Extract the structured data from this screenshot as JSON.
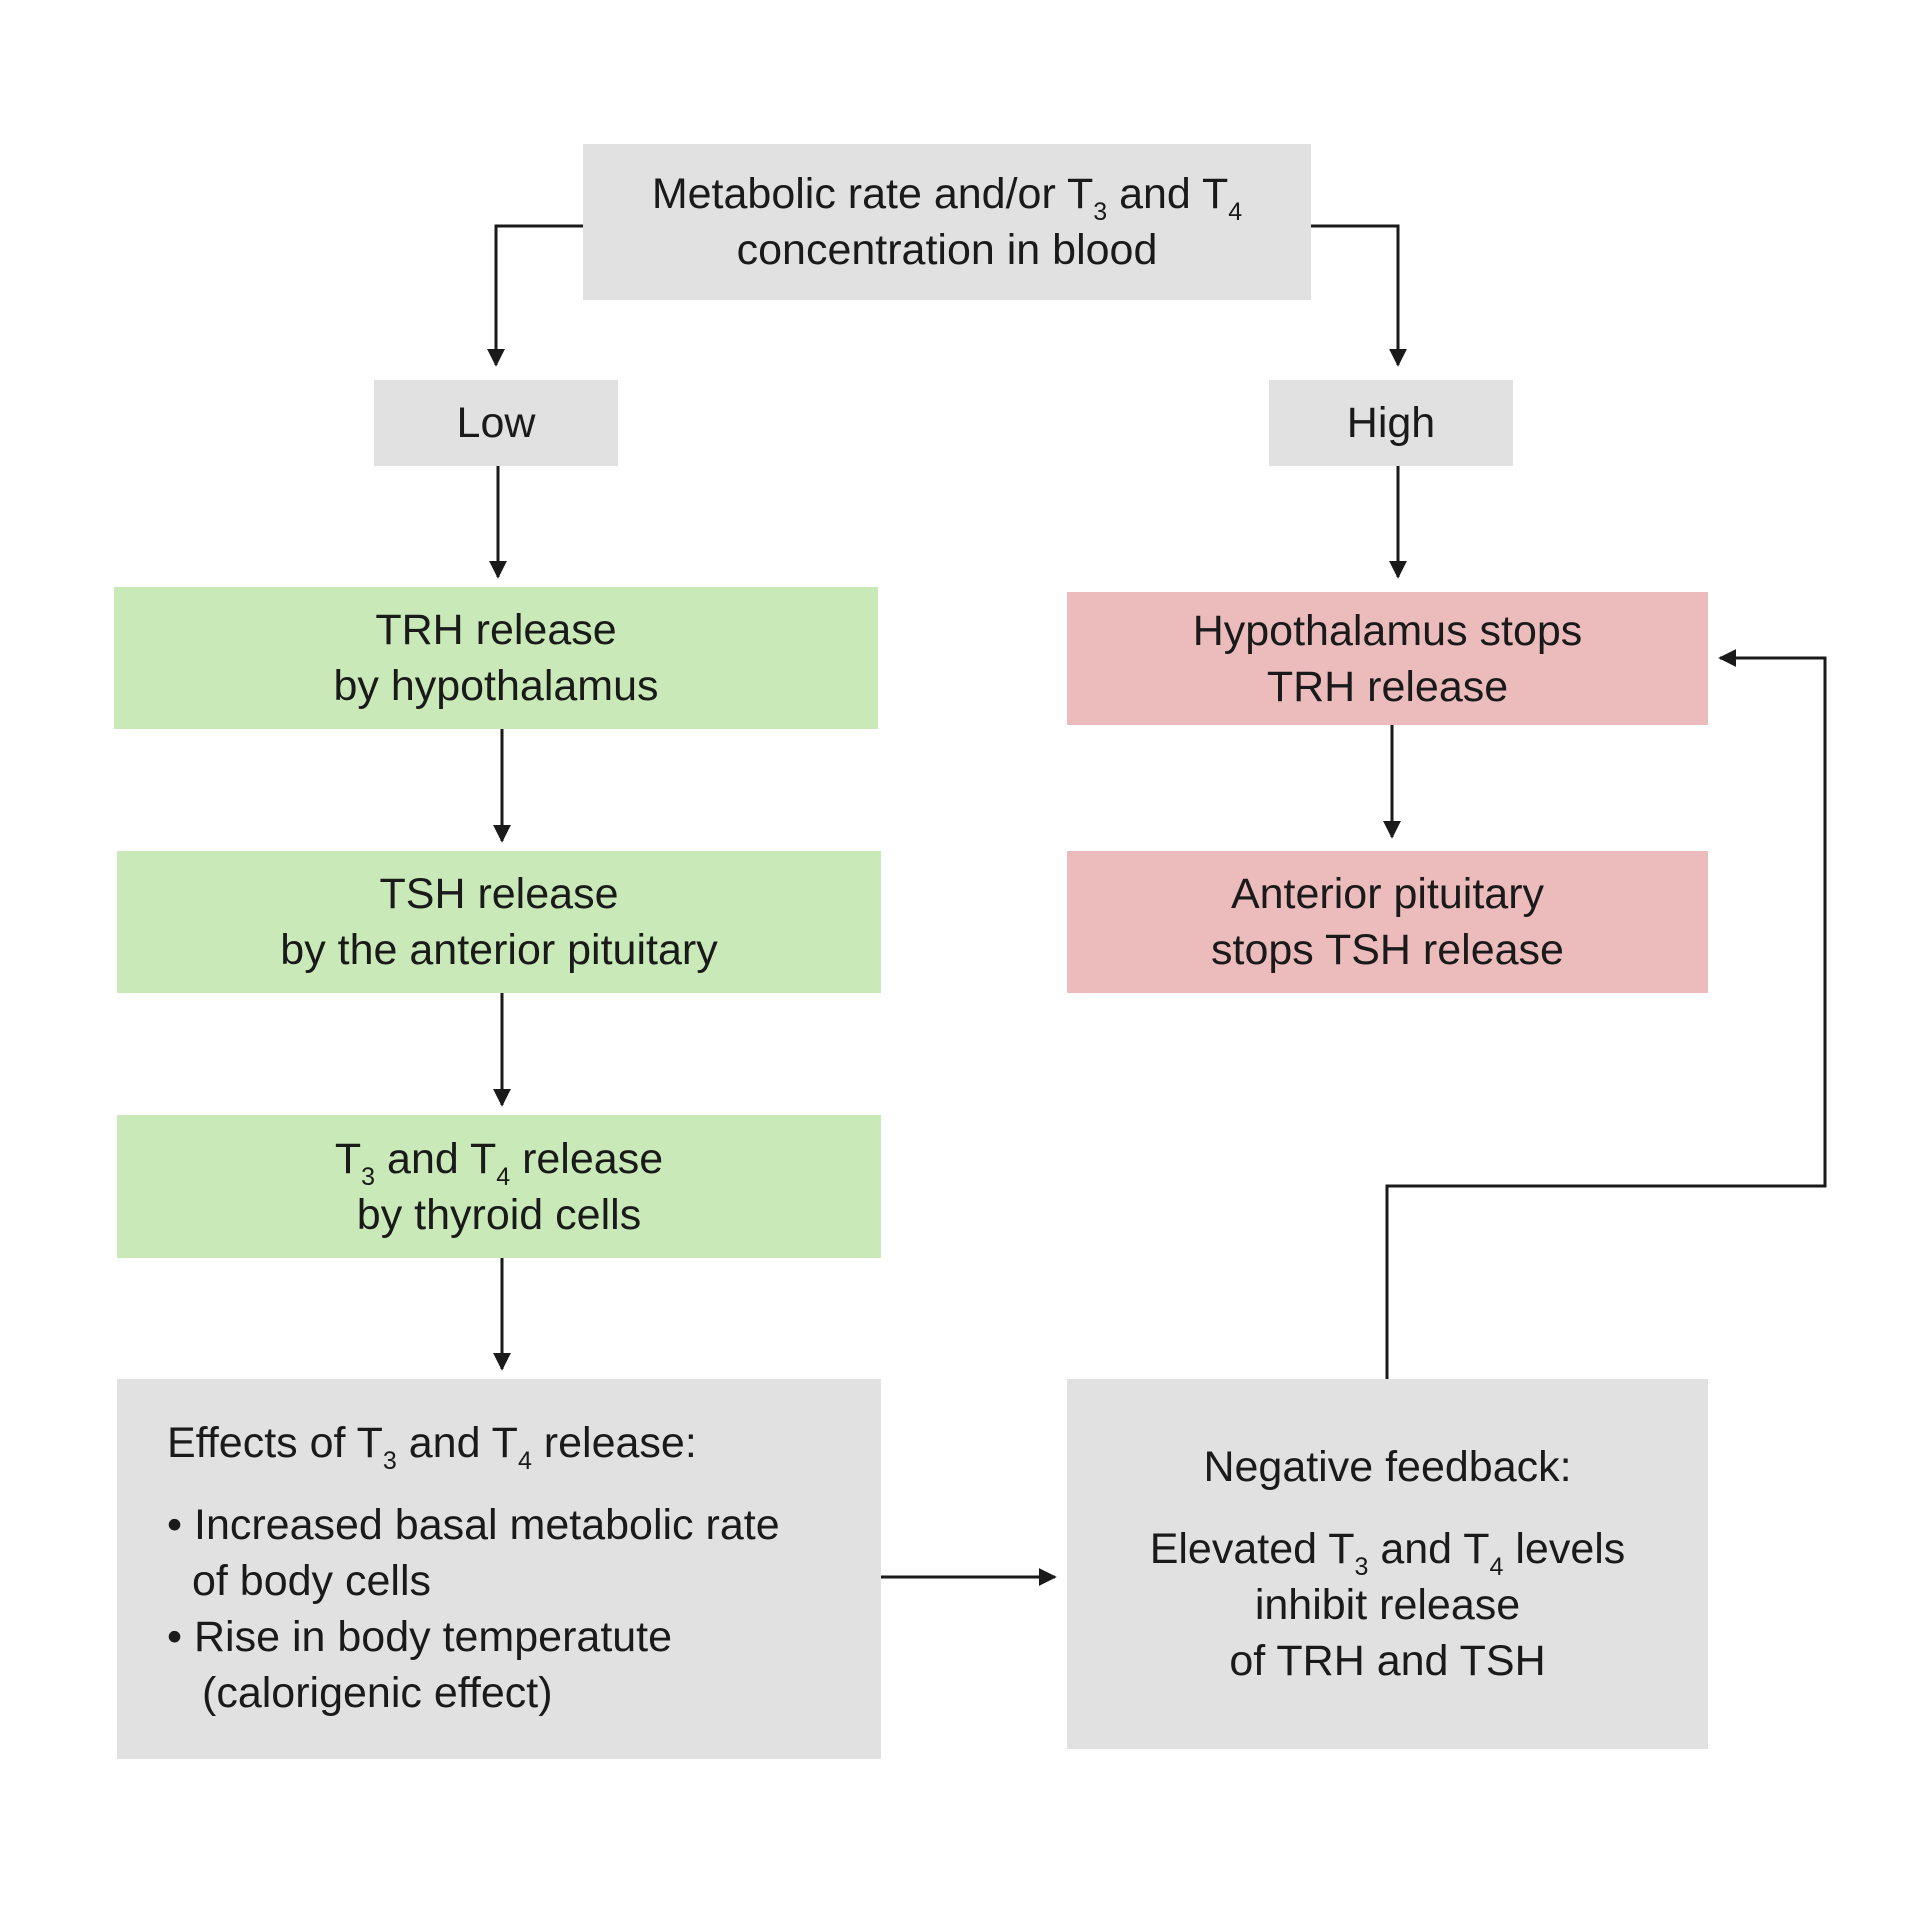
{
  "top": {
    "line1": {
      "a": "Metabolic rate and/or T",
      "s1": "3",
      "b": " and T",
      "s2": "4"
    },
    "line2": "concentration in blood"
  },
  "low": "Low",
  "high": "High",
  "trh": {
    "l1": "TRH release",
    "l2": "by hypothalamus"
  },
  "tsh": {
    "l1": "TSH release",
    "l2": "by the anterior pituitary"
  },
  "t3t4": {
    "a": "T",
    "s1": "3",
    "b": " and T",
    "s2": "4",
    "c": " release",
    "l2": "by thyroid cells"
  },
  "effects": {
    "heading": {
      "a": "Effects of T",
      "s1": "3",
      "b": " and T",
      "s2": "4",
      "c": " release:"
    },
    "b1": "• Increased basal metabolic rate",
    "b1b": "of body cells",
    "b2": "• Rise in body temperatute",
    "b2b": "(calorigenic effect)"
  },
  "hypo_stop": {
    "l1": "Hypothalamus stops",
    "l2": "TRH release"
  },
  "pit_stop": {
    "l1": "Anterior pituitary",
    "l2": "stops TSH release"
  },
  "feedback": {
    "heading": "Negative feedback:",
    "l1": {
      "a": "Elevated T",
      "s1": "3",
      "b": " and T",
      "s2": "4",
      "c": " levels"
    },
    "l2": "inhibit release",
    "l3": "of TRH and TSH"
  },
  "colors": {
    "gray": "#e1e1e1",
    "green": "#c9eab8",
    "red": "#ecbcbc",
    "line": "#1a1a1a"
  }
}
